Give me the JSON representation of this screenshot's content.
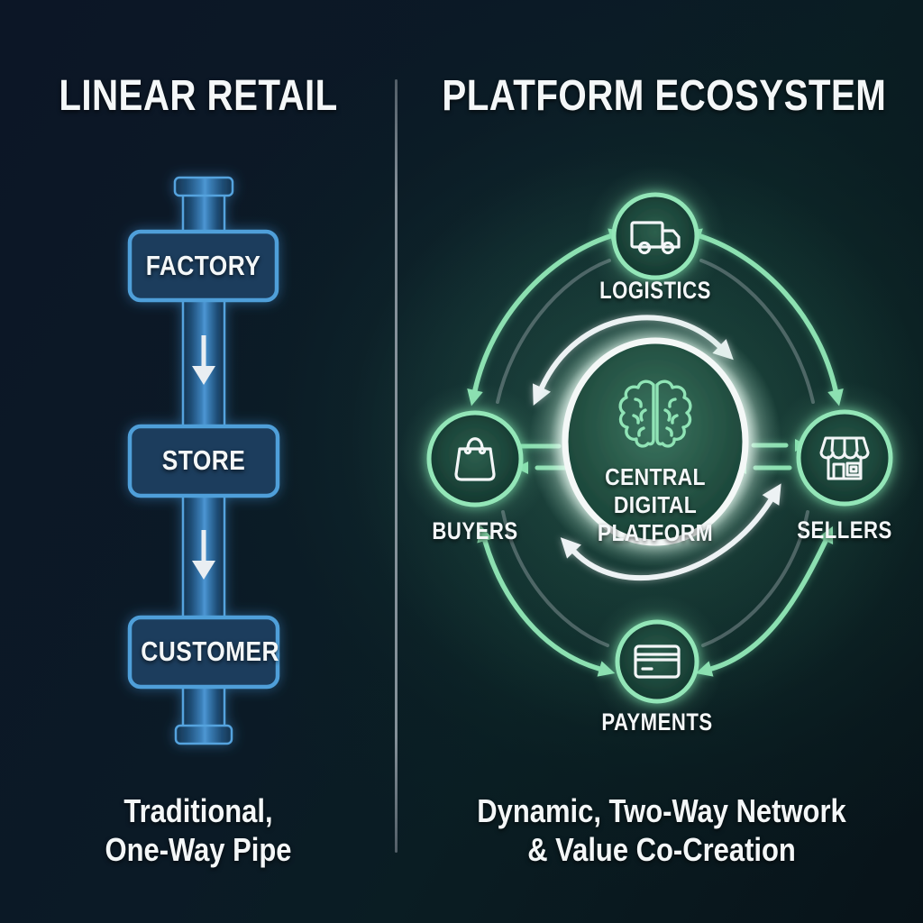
{
  "left": {
    "title": "LINEAR RETAIL",
    "stages": [
      {
        "label": "FACTORY"
      },
      {
        "label": "STORE"
      },
      {
        "label": "CUSTOMER"
      }
    ],
    "caption": {
      "line1": "Traditional,",
      "line2": "One-Way Pipe"
    }
  },
  "right": {
    "title": "PLATFORM ECOSYSTEM",
    "center": {
      "line1": "CENTRAL",
      "line2": "DIGITAL",
      "line3": "PLATFORM",
      "icon": "brain-icon"
    },
    "nodes": [
      {
        "label": "LOGISTICS",
        "icon": "truck-icon",
        "position": "top"
      },
      {
        "label": "BUYERS",
        "icon": "shopping-bag-icon",
        "position": "left"
      },
      {
        "label": "SELLERS",
        "icon": "storefront-icon",
        "position": "right"
      },
      {
        "label": "PAYMENTS",
        "icon": "credit-card-icon",
        "position": "bottom"
      }
    ],
    "caption": {
      "line1": "Dynamic, Two-Way Network",
      "line2": "& Value Co-Creation"
    }
  },
  "colors": {
    "background_navy": "#0b1624",
    "background_teal": "#0a1d23",
    "blue_border": "#4f9fd9",
    "blue_fill": "#1b3c5d",
    "green_accent": "#8ce0b1",
    "white_arrow": "#edf2f4",
    "divider_gray": "#9aa4ad"
  }
}
